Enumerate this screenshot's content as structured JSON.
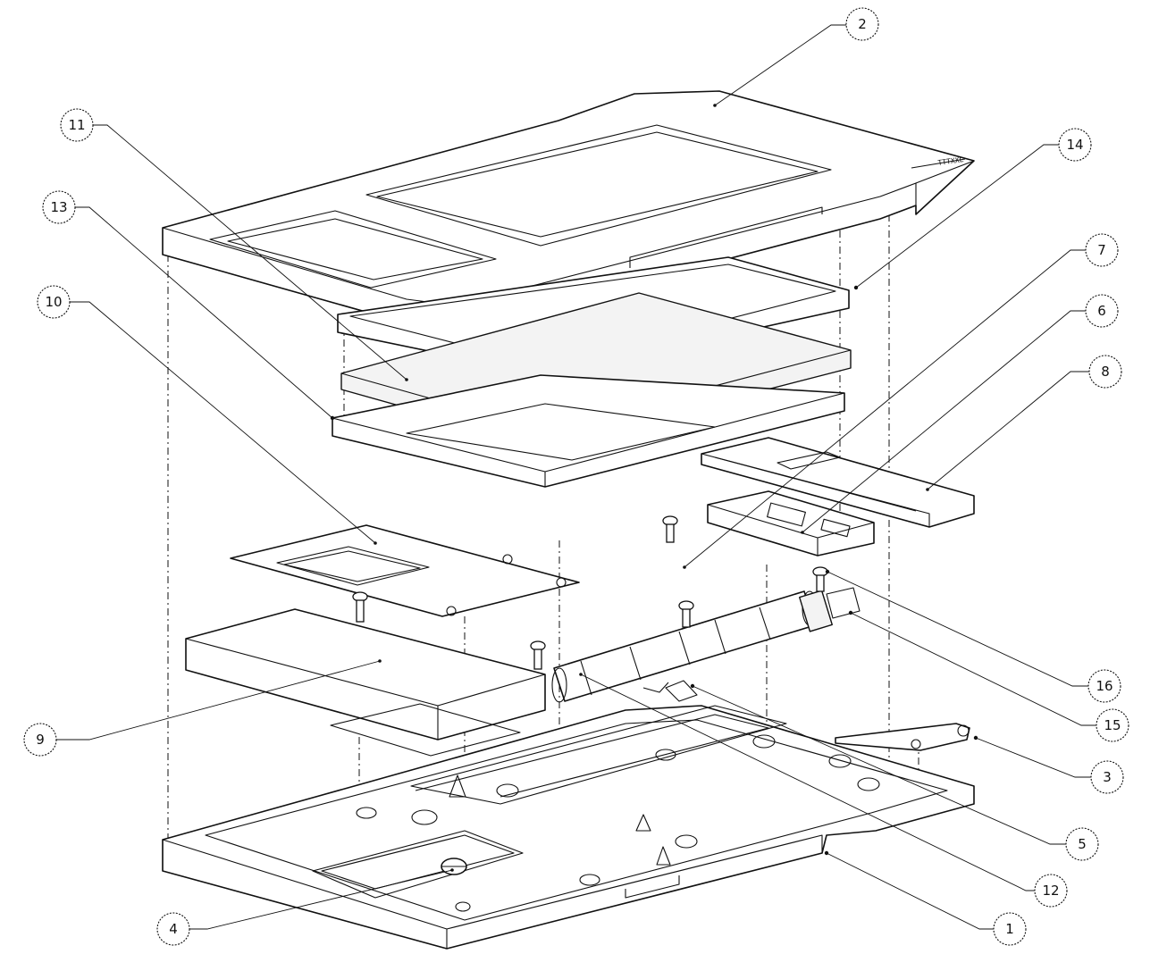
{
  "callouts": [
    {
      "number": "2"
    },
    {
      "number": "11"
    },
    {
      "number": "14"
    },
    {
      "number": "13"
    },
    {
      "number": "7"
    },
    {
      "number": "6"
    },
    {
      "number": "10"
    },
    {
      "number": "8"
    },
    {
      "number": "16"
    },
    {
      "number": "15"
    },
    {
      "number": "9"
    },
    {
      "number": "3"
    },
    {
      "number": "5"
    },
    {
      "number": "12"
    },
    {
      "number": "4"
    },
    {
      "number": "1"
    }
  ]
}
